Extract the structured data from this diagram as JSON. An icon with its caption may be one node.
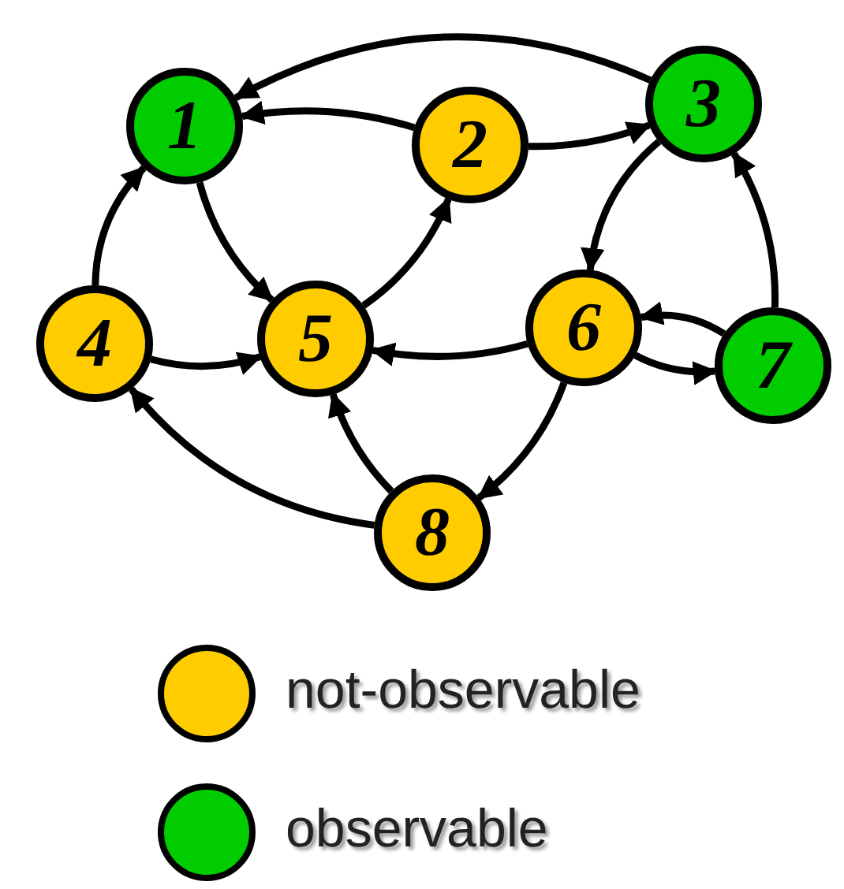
{
  "diagram": {
    "nodes": [
      {
        "text": [
          "1"
        ]
      },
      {
        "text": [
          "2"
        ]
      },
      {
        "text": [
          "3"
        ]
      },
      {
        "text": [
          "4"
        ]
      },
      {
        "text": [
          "5"
        ]
      },
      {
        "text": [
          "6"
        ]
      },
      {
        "text": [
          "7"
        ]
      },
      {
        "text": [
          "8"
        ]
      }
    ],
    "edges": [
      {
        "from": 2,
        "to": 0,
        "arrow": "to"
      },
      {
        "from": 1,
        "to": 0,
        "arrow": "to"
      },
      {
        "from": 1,
        "to": 2,
        "arrow": "to"
      },
      {
        "from": 0,
        "to": 4,
        "arrow": "to"
      },
      {
        "from": 4,
        "to": 1,
        "arrow": "to"
      },
      {
        "from": 3,
        "to": 0,
        "arrow": "to"
      },
      {
        "from": 3,
        "to": 4,
        "arrow": "to"
      },
      {
        "from": 2,
        "to": 5,
        "arrow": "to"
      },
      {
        "from": 5,
        "to": 4,
        "arrow": "to"
      },
      {
        "from": 6,
        "to": 5,
        "arrow": "to"
      },
      {
        "from": 6,
        "to": 2,
        "arrow": "to"
      },
      {
        "from": 5,
        "to": 6,
        "arrow": "to"
      },
      {
        "from": 5,
        "to": 7,
        "arrow": "to"
      },
      {
        "from": 7,
        "to": 4,
        "arrow": "to"
      },
      {
        "from": 7,
        "to": 3,
        "arrow": "to"
      }
    ],
    "legend": [
      {
        "text": "not-observable",
        "color": "#ffcc00"
      },
      {
        "text": "observable",
        "color": "#00cc00"
      }
    ]
  }
}
